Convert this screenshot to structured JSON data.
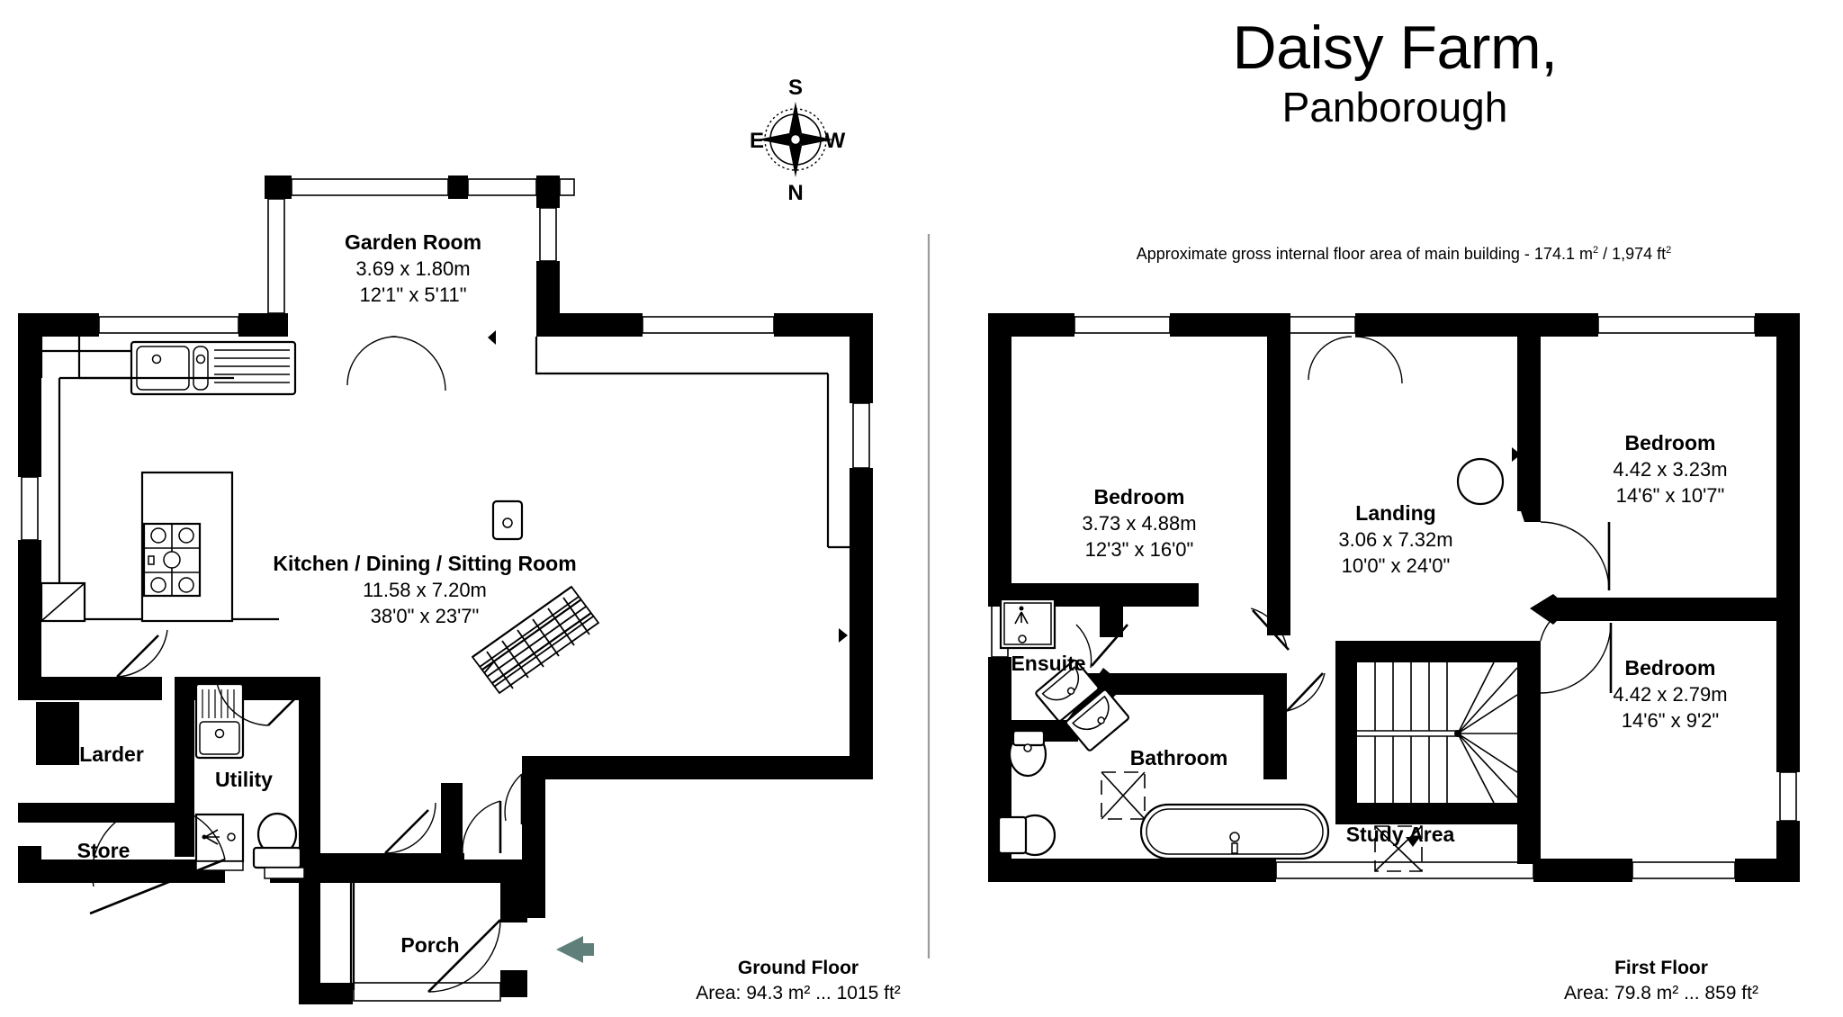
{
  "header": {
    "title": "Daisy Farm,",
    "subtitle": "Panborough",
    "area_note_prefix": "Approximate gross internal floor area of main building  -  174.1 m",
    "area_note_mid": " /  1,974 ft",
    "area_note_sup1": "2",
    "area_note_sup2": "2"
  },
  "compass": {
    "top": "S",
    "bottom": "N",
    "left": "E",
    "right": "W"
  },
  "ground_floor": {
    "footer_title": "Ground Floor",
    "footer_area": "Area: 94.3 m² ... 1015 ft²",
    "rooms": [
      {
        "name": "Garden Room",
        "dim_metric": "3.69 x 1.80m",
        "dim_imperial": "12'1\" x 5'11\""
      },
      {
        "name": "Kitchen / Dining / Sitting Room",
        "dim_metric": "11.58 x 7.20m",
        "dim_imperial": "38'0\" x 23'7\""
      },
      {
        "name": "Larder",
        "dim_metric": "",
        "dim_imperial": ""
      },
      {
        "name": "Utility",
        "dim_metric": "",
        "dim_imperial": ""
      },
      {
        "name": "Store",
        "dim_metric": "",
        "dim_imperial": ""
      },
      {
        "name": "Porch",
        "dim_metric": "",
        "dim_imperial": ""
      }
    ]
  },
  "first_floor": {
    "footer_title": "First Floor",
    "footer_area": "Area: 79.8 m² ... 859 ft²",
    "rooms": [
      {
        "name": "Bedroom",
        "dim_metric": "3.73 x 4.88m",
        "dim_imperial": "12'3\" x 16'0\""
      },
      {
        "name": "Landing",
        "dim_metric": "3.06 x 7.32m",
        "dim_imperial": "10'0\" x 24'0\""
      },
      {
        "name": "Bedroom",
        "dim_metric": "4.42 x 3.23m",
        "dim_imperial": "14'6\" x 10'7\""
      },
      {
        "name": "Bedroom",
        "dim_metric": "4.42 x 2.79m",
        "dim_imperial": "14'6\" x 9'2\""
      },
      {
        "name": "Ensuite",
        "dim_metric": "",
        "dim_imperial": ""
      },
      {
        "name": "Bathroom",
        "dim_metric": "",
        "dim_imperial": ""
      },
      {
        "name": "Study Area",
        "dim_metric": "",
        "dim_imperial": ""
      }
    ]
  },
  "colors": {
    "wall": "#000000",
    "background": "#ffffff",
    "entry_arrow": "#5f7f7a",
    "divider": "#9a9a9a"
  }
}
